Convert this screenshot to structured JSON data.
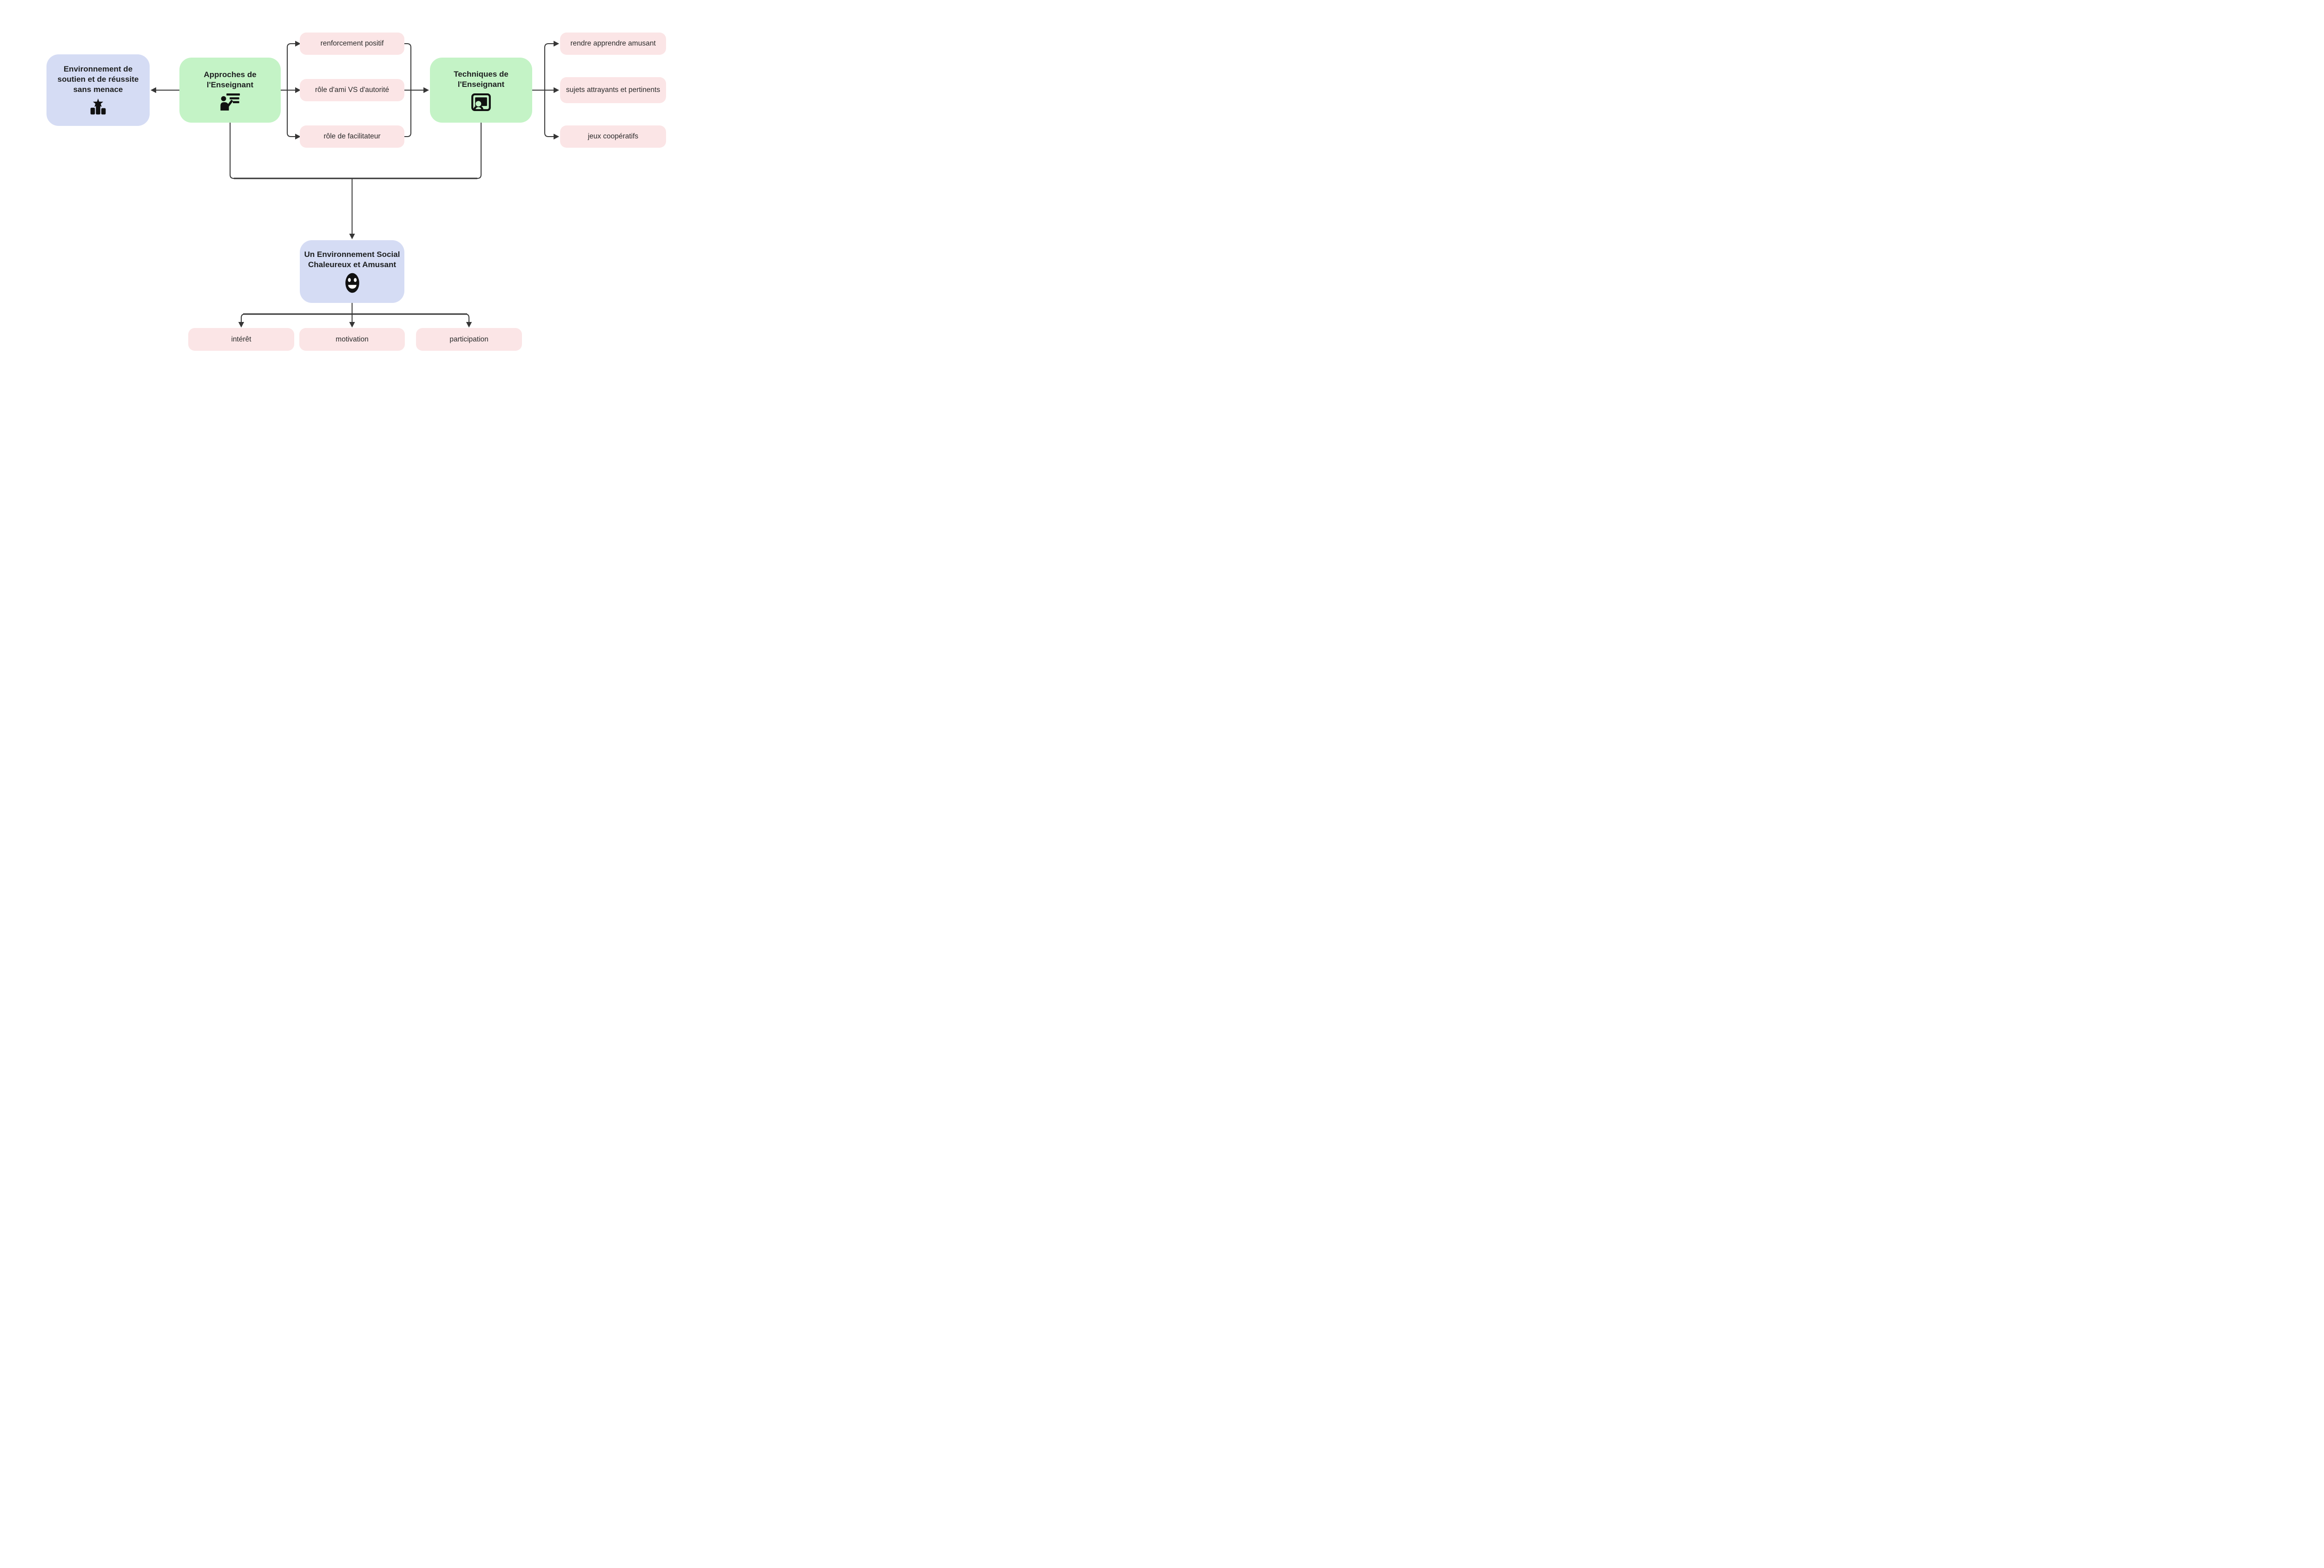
{
  "diagram": {
    "background": "#ffffff",
    "colors": {
      "category_fill": "#c4f3c6",
      "highlight_fill": "#d5dcf4",
      "leaf_fill": "#fbe5e6",
      "connector": "#363636",
      "heading_text": "#1d1f20",
      "leaf_text": "#2b2b2b"
    },
    "nodes": {
      "environnement_soutien": {
        "label": "Environnement de soutien et de réussite sans menace",
        "icon": "podium-star-icon"
      },
      "approches_enseignant": {
        "label": "Approches de l'Enseignant",
        "icon": "teacher-presenting-icon"
      },
      "renforcement_positif": {
        "label": "renforcement positif"
      },
      "role_ami_vs_autorite": {
        "label": "rôle d'ami VS d'autorité"
      },
      "role_facilitateur": {
        "label": "rôle de facilitateur"
      },
      "techniques_enseignant": {
        "label": "Techniques de l'Enseignant",
        "icon": "teacher-board-icon"
      },
      "rendre_apprendre_amusant": {
        "label": "rendre apprendre amusant"
      },
      "sujets_attrayants": {
        "label": "sujets attrayants et pertinents"
      },
      "jeux_cooperatifs": {
        "label": "jeux coopératifs"
      },
      "environnement_social": {
        "label": "Un Environnement Social Chaleureux et Amusant",
        "icon": "smiley-icon"
      },
      "interet": {
        "label": "intérêt"
      },
      "motivation": {
        "label": "motivation"
      },
      "participation": {
        "label": "participation"
      }
    },
    "edges": [
      {
        "from": "approches_enseignant",
        "to": "environnement_soutien"
      },
      {
        "from": "approches_enseignant",
        "to": "renforcement_positif"
      },
      {
        "from": "approches_enseignant",
        "to": "role_ami_vs_autorite"
      },
      {
        "from": "approches_enseignant",
        "to": "role_facilitateur"
      },
      {
        "from": "renforcement_positif",
        "to": "techniques_enseignant"
      },
      {
        "from": "role_ami_vs_autorite",
        "to": "techniques_enseignant"
      },
      {
        "from": "role_facilitateur",
        "to": "techniques_enseignant"
      },
      {
        "from": "techniques_enseignant",
        "to": "rendre_apprendre_amusant"
      },
      {
        "from": "techniques_enseignant",
        "to": "sujets_attrayants"
      },
      {
        "from": "techniques_enseignant",
        "to": "jeux_cooperatifs"
      },
      {
        "from": "approches_enseignant",
        "to": "environnement_social"
      },
      {
        "from": "techniques_enseignant",
        "to": "environnement_social"
      },
      {
        "from": "environnement_social",
        "to": "interet"
      },
      {
        "from": "environnement_social",
        "to": "motivation"
      },
      {
        "from": "environnement_social",
        "to": "participation"
      }
    ]
  }
}
